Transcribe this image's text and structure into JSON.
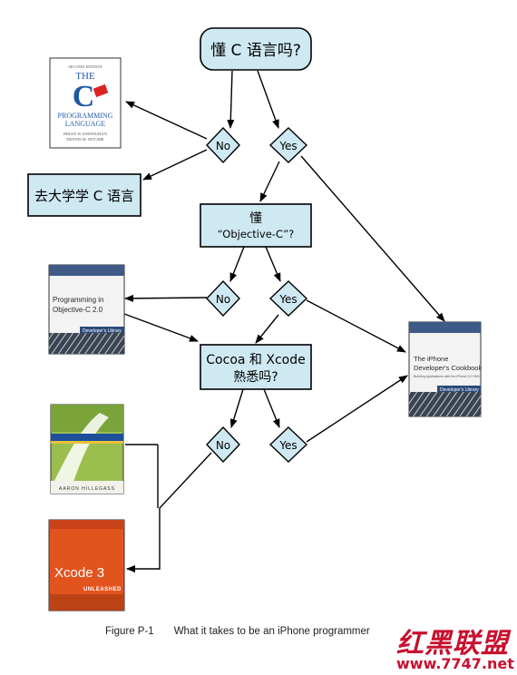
{
  "nodes": {
    "q_c": "懂 C 语言吗?",
    "learn_c": "去大学学 C 语言",
    "q_objc_line1": "懂",
    "q_objc_line2": "“Objective-C”?",
    "q_cocoa_line1": "Cocoa 和 Xcode",
    "q_cocoa_line2": "熟悉吗?"
  },
  "decisions": {
    "no": "No",
    "yes": "Yes"
  },
  "books": {
    "c_book": {
      "edition": "SECOND EDITION",
      "title_lines": [
        "THE",
        "C",
        "PROGRAMMING",
        "LANGUAGE"
      ],
      "authors": "BRIAN W. KERNIGHAN",
      "authors2": "DENNIS M. RITCHIE"
    },
    "objc_book": {
      "title_lines": [
        "Programming in",
        "Objective-C 2.0"
      ],
      "series": "Developer's Library"
    },
    "iphone_book": {
      "title_lines": [
        "The iPhone",
        "Developer's Cookbook"
      ],
      "subtitle": "Building Applications with the iPhone 3.0 SDK",
      "series": "Developer's Library"
    },
    "cocoa_book": {
      "author": "AARON HILLEGASS"
    },
    "xcode_book": {
      "title": "Xcode 3",
      "subtitle": "UNLEASHED"
    }
  },
  "caption": {
    "figure": "Figure P-1",
    "text": "What it takes to be an iPhone programmer"
  },
  "watermark": {
    "text": "红黑联盟",
    "url": "www.7747.net"
  },
  "colors": {
    "node_fill": "#cfe9f2",
    "watermark": "#c8102e",
    "xcode_cover": "#e2541e"
  }
}
